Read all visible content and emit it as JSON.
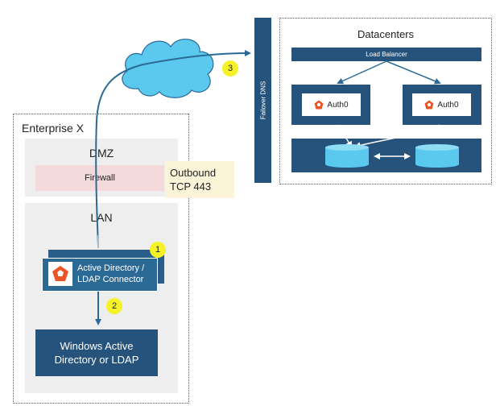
{
  "enterprise": {
    "title": "Enterprise X",
    "dmz_label": "DMZ",
    "firewall_label": "Firewall",
    "outbound_line1": "Outbound",
    "outbound_line2": "TCP 443",
    "lan_label": "LAN",
    "connector_line1": "Active Directory /",
    "connector_line2": "LDAP Connector",
    "windows_line1": "Windows Active",
    "windows_line2": "Directory or LDAP"
  },
  "badges": {
    "one": "1",
    "two": "2",
    "three": "3"
  },
  "failover_dns": "Failover DNS",
  "datacenters": {
    "title": "Datacenters",
    "load_balancer": "Load Balancer",
    "auth_left": "Auth0",
    "auth_right": "Auth0"
  },
  "colors": {
    "navy": "#26537c",
    "connector_blue": "#2c6a96",
    "cloud_blue": "#5bc9ee",
    "badge_yellow": "#f5f227",
    "firewall_pink": "#f4d9da",
    "outbound_cream": "#fbf4d8",
    "zone_gray": "#eeeeee",
    "auth0_orange": "#eb5424"
  },
  "icons": {
    "cloud": "internet-cloud-icon",
    "auth0": "auth0-logo-icon",
    "database": "database-icon"
  }
}
